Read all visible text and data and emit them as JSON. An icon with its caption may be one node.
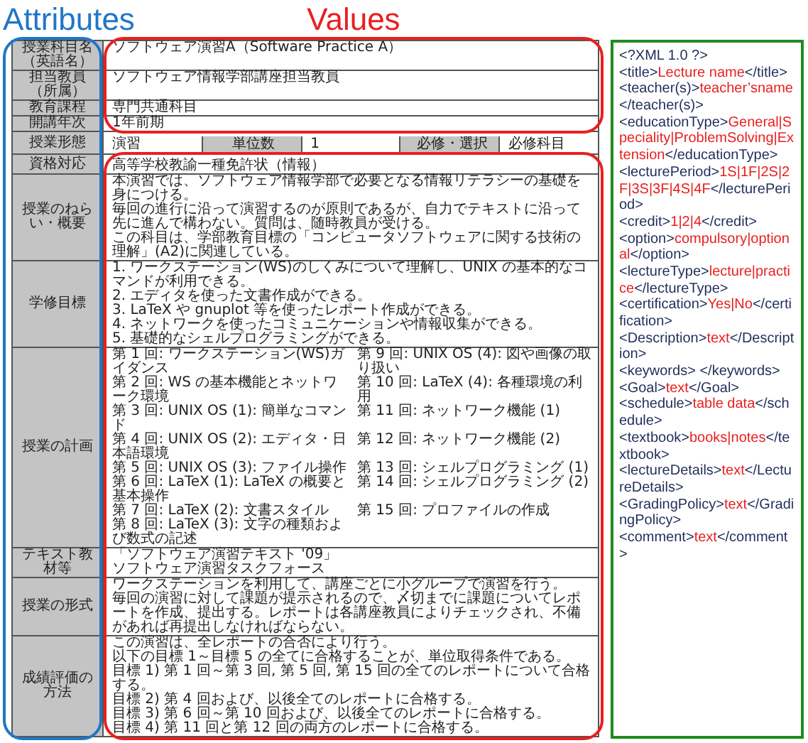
{
  "diagram": {
    "nodes": [
      {
        "text": [
          "Attributes"
        ]
      },
      {
        "text": [
          "Values"
        ]
      },
      {
        "text": [],
        "shape": "box"
      },
      {
        "text": [
          "<?XML  1.0 ?>",
          "<title>Lecture name</title>",
          "<teacher(s)>teacher’sname</teacher(s)>",
          "<educationType>General|Speciality|ProblemSolving|Extension</educationType>",
          "<lecturePeriod>1S|1F|2S|2F|3S|3F|4S|4F</lecturePeriod>",
          "<credit>1|2|4</credit>",
          "<option>compulsory|optional</option>",
          "<lectureType>lecture|practice</lectureType>",
          "<certification>Yes|No</certification>",
          "<Description>text</Description>",
          "<keywords> </keywords>",
          "<Goal>text</Goal>",
          "<schedule>table data</schedule>",
          "<textbook>books|notes</textbook>",
          "<lectureDetails>text</LectureDetails>",
          "<GradingPolicy>text</GradingPolicy>",
          "<comment>text</comment>"
        ]
      }
    ],
    "labels": [
      "授業科目名（英語名）",
      "ソフトウェア演習A（Software Practice A）",
      "担当教員（所属）",
      "ソフトウェア情報学部講座担当教員",
      "教育課程",
      "専門共通科目",
      "開講年次",
      "1年前期",
      "授業形態",
      "演習",
      "単位数",
      "1",
      "必修・選択",
      "必修科目",
      "資格対応",
      "高等学校教諭一種免許状（情報）",
      "授業のねらい・概要",
      "本演習では、ソフトウェア情報学部で必要となる情報リテラシーの基礎を身につける。",
      "毎回の進行に沿って演習するのが原則であるが、自力でテキストに沿って先に進んで構わない。質問は、随時教員が受ける。",
      "この科目は、学部教育目標の「コンピュータソフトウェアに関する技術の理解」(A2)に関連している。",
      "学修目標",
      "1. ワークステーション(WS)のしくみについて理解し、UNIX の基本的なコマンドが利用できる。",
      "2. エディタを使った文書作成ができる。",
      "3. LaTeX や gnuplot 等を使ったレポート作成ができる。",
      "4. ネットワークを使ったコミュニケーションや情報収集ができる。",
      "5. 基礎的なシェルプログラミングができる。",
      "授業の計画",
      "第 1 回: ワークステーション(WS)ガイダンス",
      "第 2 回: WS の基本機能とネットワーク環境",
      "第 3 回: UNIX OS (1): 簡単なコマンド",
      "第 4 回: UNIX OS (2): エディタ・日本語環境",
      "第 5 回: UNIX OS (3): ファイル操作",
      "第 6 回: LaTeX (1): LaTeX の概要と基本操作",
      "第 7 回: LaTeX (2): 文書スタイル",
      "第 8 回: LaTeX (3): 文字の種類および数式の記述",
      "第 9 回: UNIX OS (4): 図や画像の取り扱い",
      "第 10 回: LaTeX (4): 各種環境の利用",
      "第 11 回: ネットワーク機能 (1)",
      "第 12 回: ネットワーク機能 (2)",
      "第 13 回: シェルプログラミング (1)",
      "第 14 回: シェルプログラミング (2)",
      "第 15 回: プロファイルの作成",
      "テキスト教材等",
      "「ソフトウェア演習テキスト '09」",
      "ソフトウェア演習タスクフォース",
      "授業の形式",
      "ワークステーションを利用して、講座ごとに小グループで演習を行う。",
      "毎回の演習に対して課題が提示されるので、〆切までに課題についてレポートを作成、提出する。レポートは各講座教員によりチェックされ、不備があれば再提出しなければならない。",
      "成績評価の方法",
      "この演習は、全レポートの合否により行う。",
      "以下の目標 1～目標 5 の全てに合格することが、単位取得条件である。",
      "目標 1) 第 1 回～第 3 回, 第 5 回, 第 15 回の全てのレポートについて合格する。",
      "目標 2) 第 4 回および、以後全てのレポートに合格する。",
      "目標 3) 第 6 回～第 10 回および、以後全てのレポートに合格する。",
      "目標 4) 第 11 回と第 12 回の両方のレポートに合格する。"
    ]
  }
}
